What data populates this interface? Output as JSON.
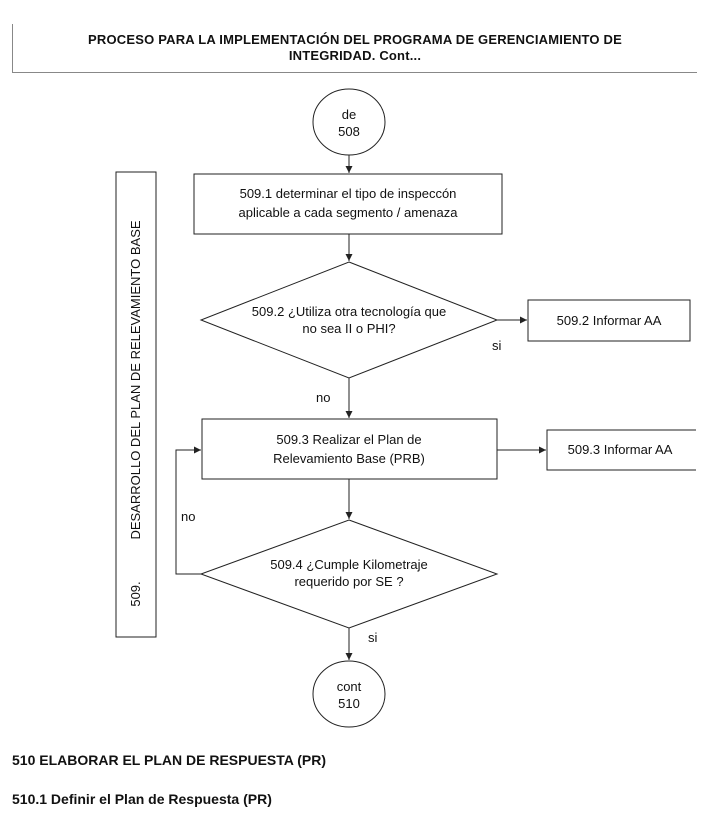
{
  "header": {
    "line1": "PROCESO PARA LA IMPLEMENTACIÓN DEL PROGRAMA DE GERENCIAMIENTO DE",
    "line2": "INTEGRIDAD. Cont..."
  },
  "side_label": {
    "number": "509.",
    "title": "DESARROLLO DEL PLAN DE RELEVAMIENTO BASE"
  },
  "nodes": {
    "start": {
      "line1": "de",
      "line2": "508"
    },
    "step_5091": {
      "line1": "509.1 determinar el tipo de inspeccón",
      "line2": "aplicable a cada segmento  / amenaza"
    },
    "decision_5092": {
      "line1": "509.2 ¿Utiliza otra tecnología que",
      "line2": "no sea II o PHI?"
    },
    "inform_5092": {
      "text": "509.2  Informar AA"
    },
    "step_5093": {
      "line1": "509.3 Realizar el  Plan de",
      "line2": "Relevamiento Base (PRB)"
    },
    "inform_5093": {
      "text": "509.3 Informar AA"
    },
    "decision_5094": {
      "line1": "509.4  ¿Cumple Kilometraje",
      "line2": "requerido por SE ?"
    },
    "end": {
      "line1": "cont",
      "line2": "510"
    }
  },
  "edge_labels": {
    "d5092_yes": "si",
    "d5092_no": "no",
    "d5094_no": "no",
    "d5094_yes": "si"
  },
  "sections": {
    "s510": "510 ELABORAR EL PLAN DE RESPUESTA (PR)",
    "s5101": "510.1 Definir el Plan de Respuesta (PR)"
  }
}
